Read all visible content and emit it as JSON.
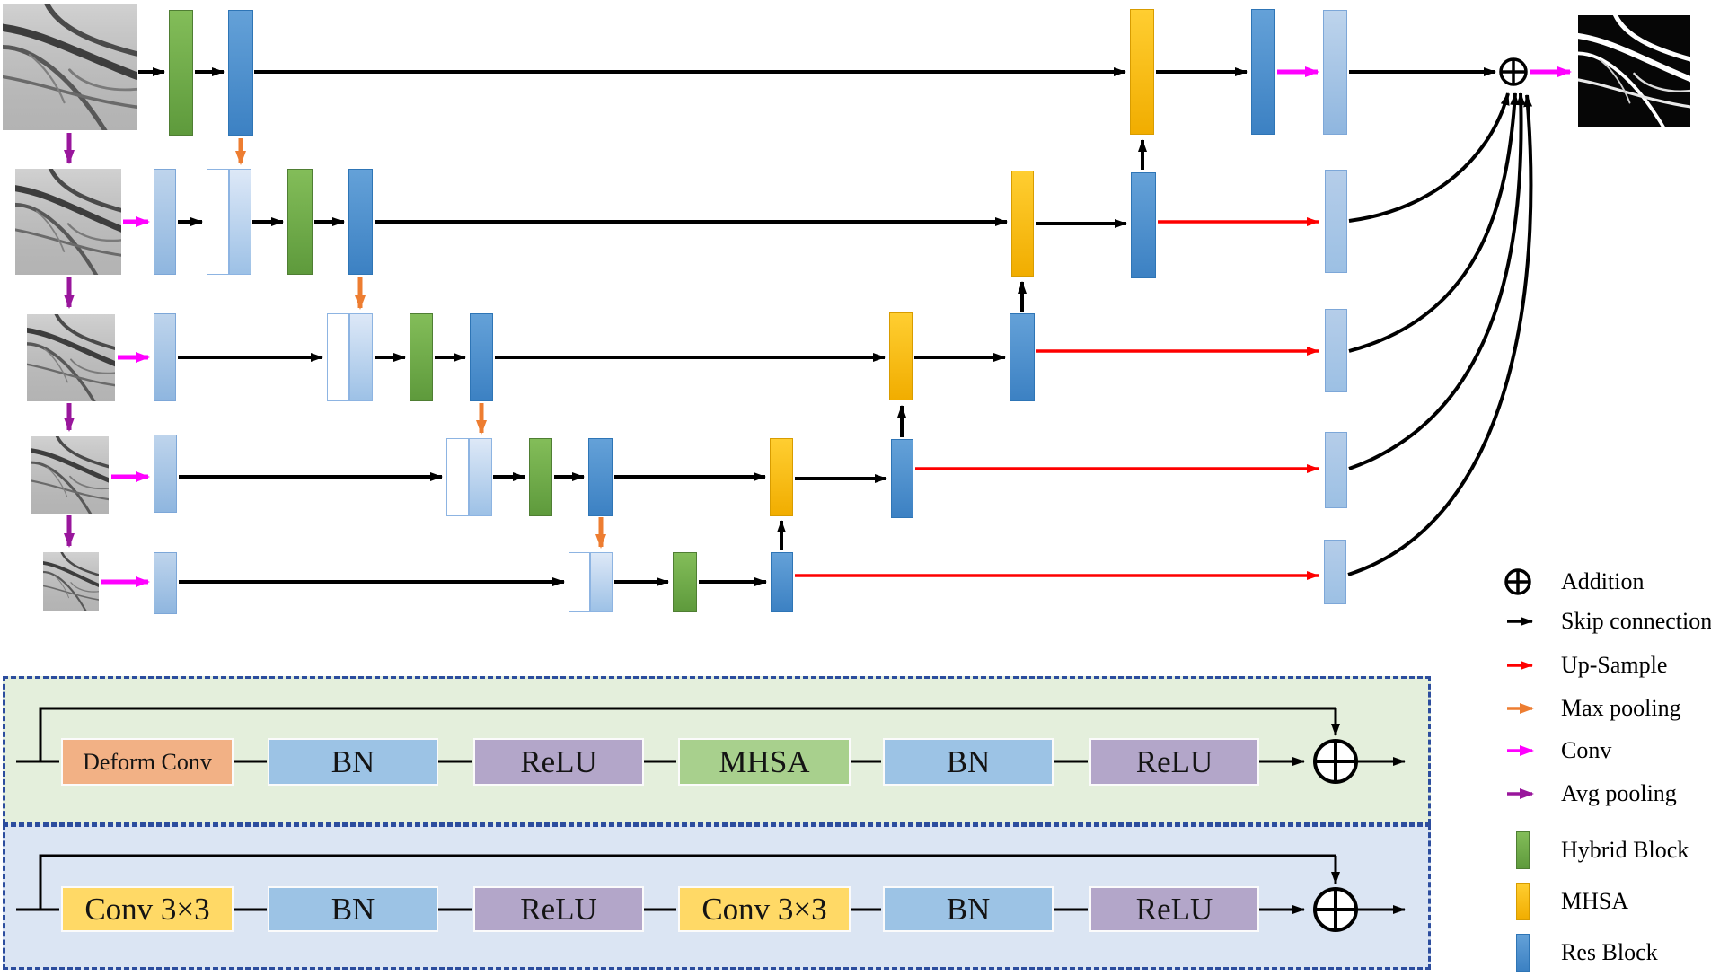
{
  "legend": {
    "items": [
      {
        "id": "addition",
        "label": "Addition",
        "icon": "addition-icon",
        "color": "#000000"
      },
      {
        "id": "skip-connection",
        "label": "Skip connection",
        "icon": "arrow-icon",
        "color": "#000000"
      },
      {
        "id": "up-sample",
        "label": "Up-Sample",
        "icon": "arrow-icon",
        "color": "#fe0000"
      },
      {
        "id": "max-pooling",
        "label": "Max pooling",
        "icon": "arrow-icon",
        "color": "#ed7d31"
      },
      {
        "id": "conv",
        "label": "Conv",
        "icon": "arrow-icon",
        "color": "#ff00ff"
      },
      {
        "id": "avg-pooling",
        "label": "Avg pooling",
        "icon": "arrow-icon",
        "color": "#99169c"
      },
      {
        "id": "hybrid-block",
        "label": "Hybrid Block",
        "icon": "block-icon",
        "color": "#6aaa46"
      },
      {
        "id": "mhsa",
        "label": "MHSA",
        "icon": "block-icon",
        "color": "#ffc000"
      },
      {
        "id": "res-block",
        "label": "Res Block",
        "icon": "block-icon",
        "color": "#4a90d0"
      }
    ]
  },
  "panels": [
    {
      "id": "hybrid-block-detail",
      "boxes": [
        {
          "label": "Deform Conv",
          "color": "#f2b185"
        },
        {
          "label": "BN",
          "color": "#9cc3e5"
        },
        {
          "label": "ReLU",
          "color": "#b3a6c9"
        },
        {
          "label": "MHSA",
          "color": "#a8d08d"
        },
        {
          "label": "BN",
          "color": "#9cc3e5"
        },
        {
          "label": "ReLU",
          "color": "#b3a6c9"
        }
      ]
    },
    {
      "id": "res-block-detail",
      "boxes": [
        {
          "label": "Conv 3×3",
          "color": "#ffd966"
        },
        {
          "label": "BN",
          "color": "#9cc3e5"
        },
        {
          "label": "ReLU",
          "color": "#b3a6c9"
        },
        {
          "label": "Conv 3×3",
          "color": "#ffd966"
        },
        {
          "label": "BN",
          "color": "#9cc3e5"
        },
        {
          "label": "ReLU",
          "color": "#b3a6c9"
        }
      ]
    }
  ],
  "architecture": {
    "type": "U-shaped encoder-decoder segmentation network, 5 scales",
    "input": "retinal fundus image pyramid (Avg pooling between scales)",
    "output": "binary vessel segmentation map",
    "rows": [
      {
        "scale": 1,
        "encoder": [
          "Hybrid Block",
          "Res Block"
        ],
        "decoder": [
          "MHSA",
          "Res Block",
          "Conv feature"
        ]
      },
      {
        "scale": 2,
        "encoder": [
          "Conv feature",
          "Concat",
          "Hybrid Block",
          "Res Block"
        ],
        "decoder": [
          "MHSA",
          "Res Block",
          "Up-sampled feature"
        ]
      },
      {
        "scale": 3,
        "encoder": [
          "Conv feature",
          "Concat",
          "Hybrid Block",
          "Res Block"
        ],
        "decoder": [
          "MHSA",
          "Res Block",
          "Up-sampled feature"
        ]
      },
      {
        "scale": 4,
        "encoder": [
          "Conv feature",
          "Concat",
          "Hybrid Block",
          "Res Block"
        ],
        "decoder": [
          "MHSA",
          "Res Block",
          "Up-sampled feature"
        ]
      },
      {
        "scale": 5,
        "encoder": [
          "Conv feature",
          "Concat",
          "Hybrid Block",
          "Res Block"
        ],
        "decoder": [
          "Up-sampled feature"
        ]
      }
    ],
    "fusion": "all up-sampled features are summed at an Addition node before the final Conv output"
  },
  "colors": {
    "hybrid_green": "#6aaa46",
    "mhsa_yellow": "#ffc000",
    "res_blue": "#4a90d0",
    "feature_light_blue": "#a6c6e8",
    "skip_black": "#000000",
    "upsample_red": "#fe0000",
    "maxpool_orange": "#ed7d31",
    "conv_magenta": "#ff00ff",
    "avgpool_purple": "#99169c",
    "panel_green_bg": "#e4efdc",
    "panel_blue_bg": "#dbe5f3",
    "panel_border": "#2c4d9e",
    "deform_conv_box": "#f2b185",
    "bn_box": "#9cc3e5",
    "relu_box": "#b3a6c9",
    "mhsa_box": "#a8d08d",
    "conv3x3_box": "#ffd966"
  }
}
